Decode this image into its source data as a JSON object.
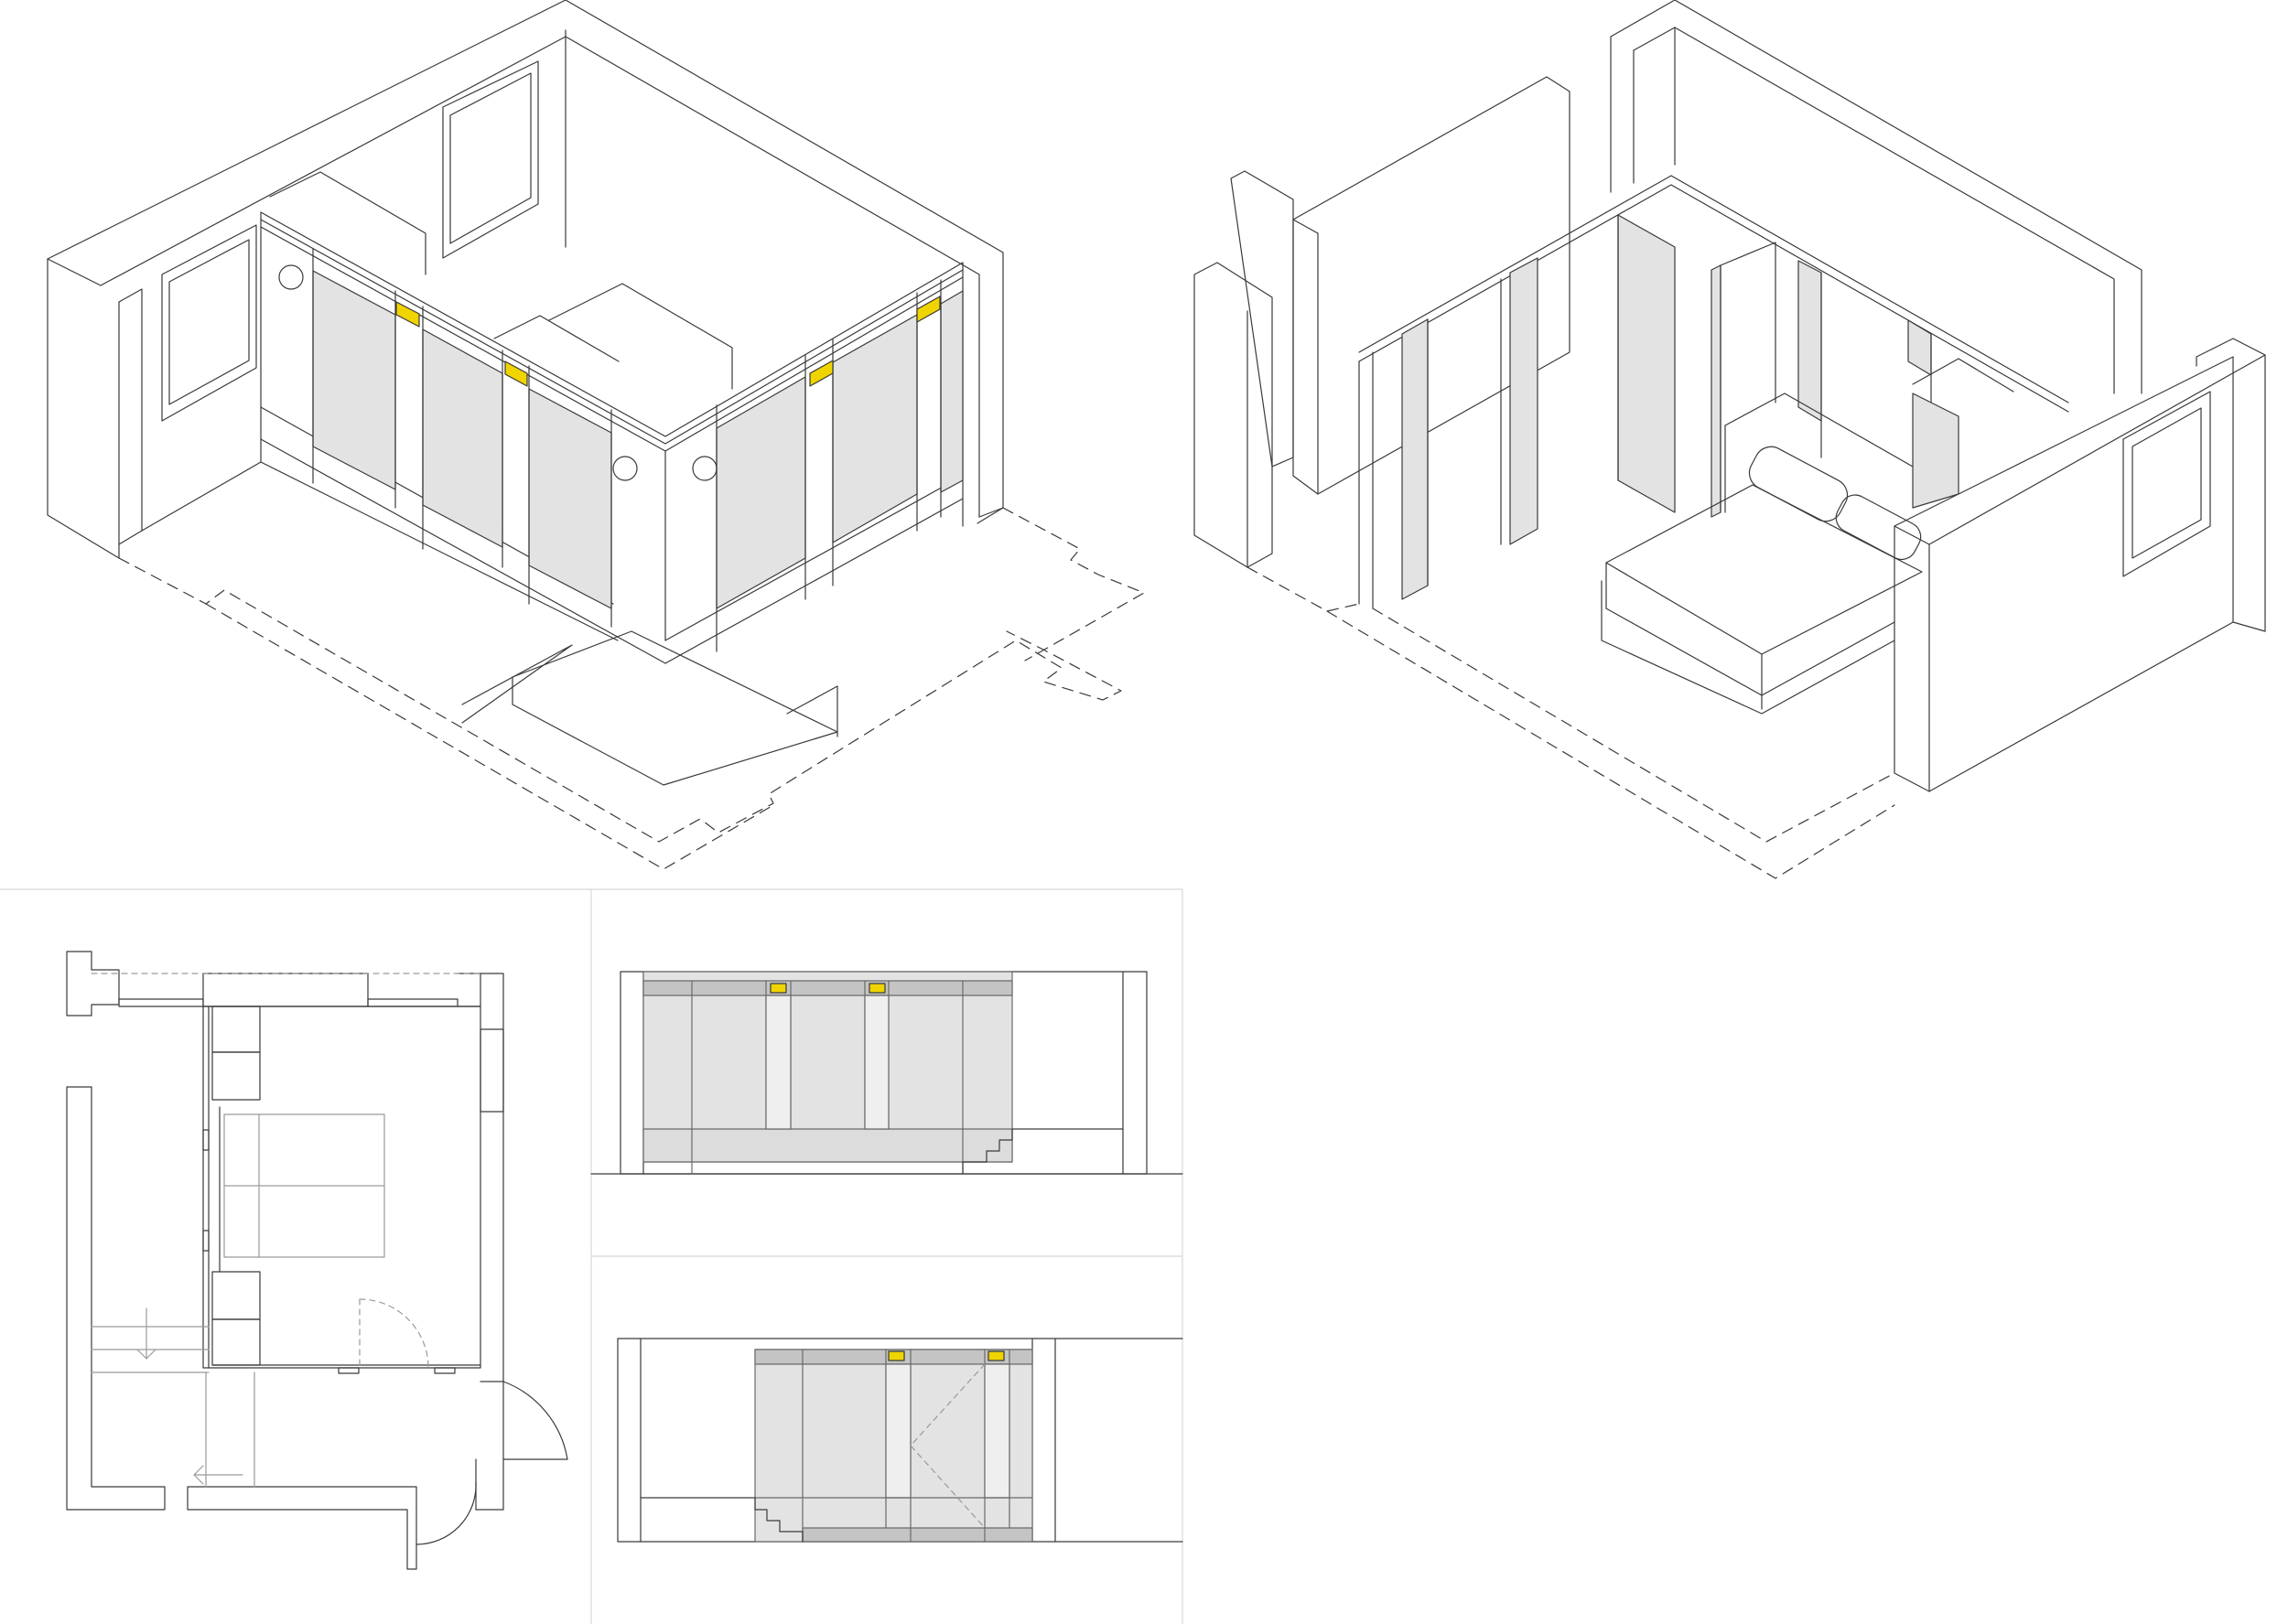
{
  "sheet": {
    "views": [
      {
        "id": "axo-left",
        "kind": "axonometric",
        "description_visible": false
      },
      {
        "id": "axo-right",
        "kind": "axonometric",
        "description_visible": false
      },
      {
        "id": "floor-plan",
        "kind": "plan",
        "description_visible": false
      },
      {
        "id": "elevation-upper",
        "kind": "elevation",
        "description_visible": false
      },
      {
        "id": "elevation-lower",
        "kind": "elevation",
        "description_visible": false
      }
    ]
  },
  "colors": {
    "line": "#3a3a3a",
    "thin_line": "#9a9a9a",
    "panel_fill": "#e3e3e3",
    "panel_dark_fill": "#c4c4c4",
    "brand_tag": "#f0d400",
    "frame_line": "#d8d8d8",
    "background": "#ffffff"
  },
  "brand_tags": {
    "count_axo": 4,
    "count_elevations": 4
  }
}
